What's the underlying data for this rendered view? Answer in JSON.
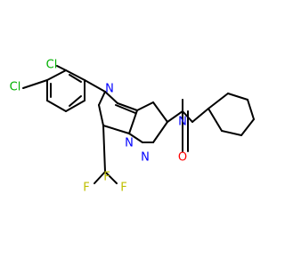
{
  "colors": {
    "carbon_bond": "#000000",
    "nitrogen": "#0000ff",
    "oxygen": "#ff0000",
    "chlorine": "#00b000",
    "fluorine": "#bfbf00"
  },
  "atoms": {
    "n_pyrimidine": "N",
    "n_amide": "N",
    "n_bridge": "N",
    "n_pyrazole": "N",
    "o_carbonyl": "O",
    "cl_meta": "Cl",
    "cl_para": "Cl",
    "f_top": "F",
    "f_left": "F",
    "f_right": "F"
  }
}
